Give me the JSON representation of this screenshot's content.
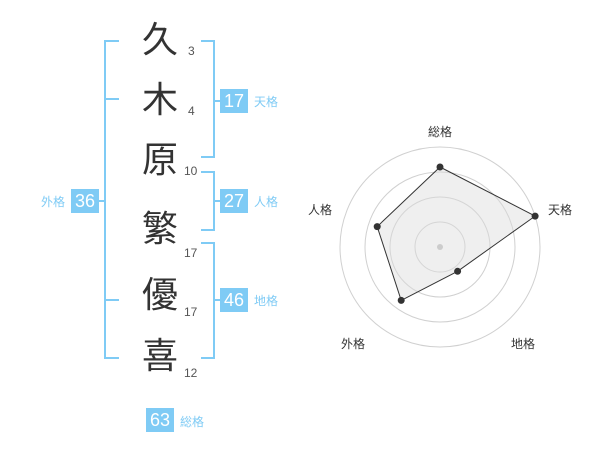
{
  "colors": {
    "accent": "#7fcbf5",
    "kanji": "#333333",
    "stroke_text": "#555555",
    "label": "#7fcbf5"
  },
  "name": {
    "chars": [
      {
        "char": "久",
        "strokes": "3"
      },
      {
        "char": "木",
        "strokes": "4"
      },
      {
        "char": "原",
        "strokes": "10"
      },
      {
        "char": "繁",
        "strokes": "17"
      },
      {
        "char": "優",
        "strokes": "17"
      },
      {
        "char": "喜",
        "strokes": "12"
      }
    ]
  },
  "fortune": {
    "tenkaku": {
      "value": "17",
      "label": "天格"
    },
    "jinkaku": {
      "value": "27",
      "label": "人格"
    },
    "chikaku": {
      "value": "46",
      "label": "地格"
    },
    "gaikaku": {
      "value": "36",
      "label": "外格"
    },
    "soukaku": {
      "value": "63",
      "label": "総格"
    }
  },
  "chart_data": {
    "type": "radar",
    "axes": [
      "総格",
      "天格",
      "地格",
      "外格",
      "人格"
    ],
    "values": [
      4,
      5,
      1.5,
      3.3,
      3.3
    ],
    "range": [
      0,
      5
    ],
    "rings": 4,
    "grid": true
  }
}
